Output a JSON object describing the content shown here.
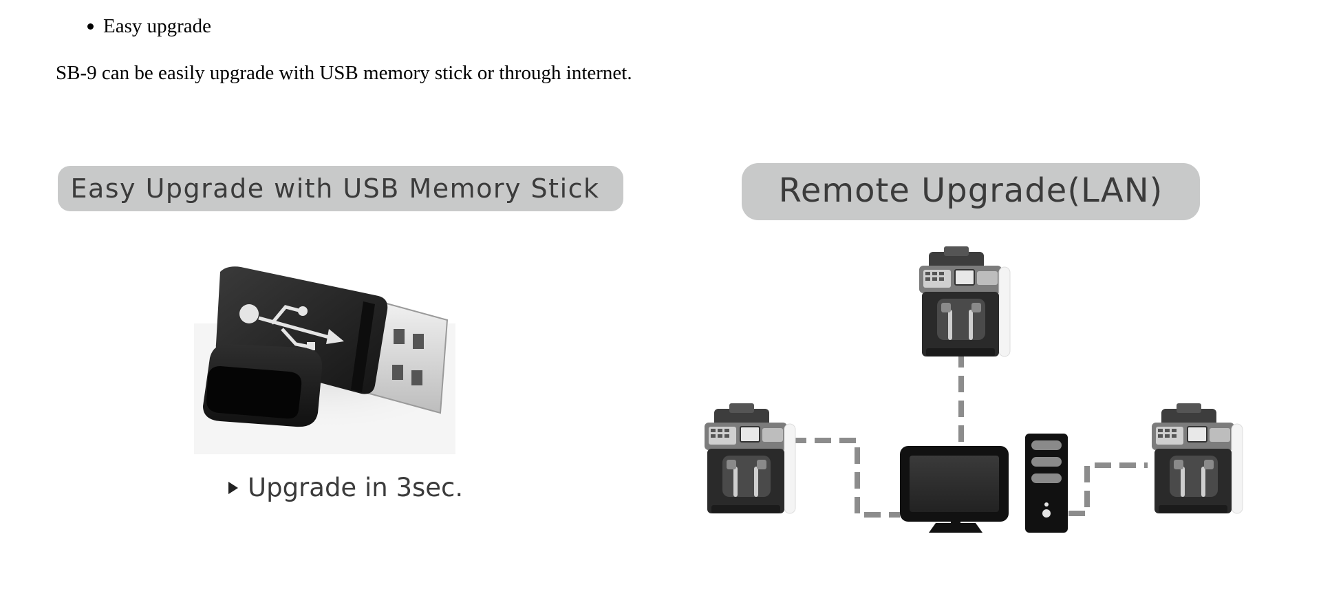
{
  "bullets": [
    {
      "label": "Easy upgrade"
    }
  ],
  "description": "SB-9 can be easily upgrade with USB memory stick or through internet.",
  "figure": {
    "usb_panel": {
      "title": "Easy Upgrade with USB Memory Stick",
      "caption": "Upgrade in 3sec."
    },
    "lan_panel": {
      "title": "Remote Upgrade(LAN)"
    }
  }
}
